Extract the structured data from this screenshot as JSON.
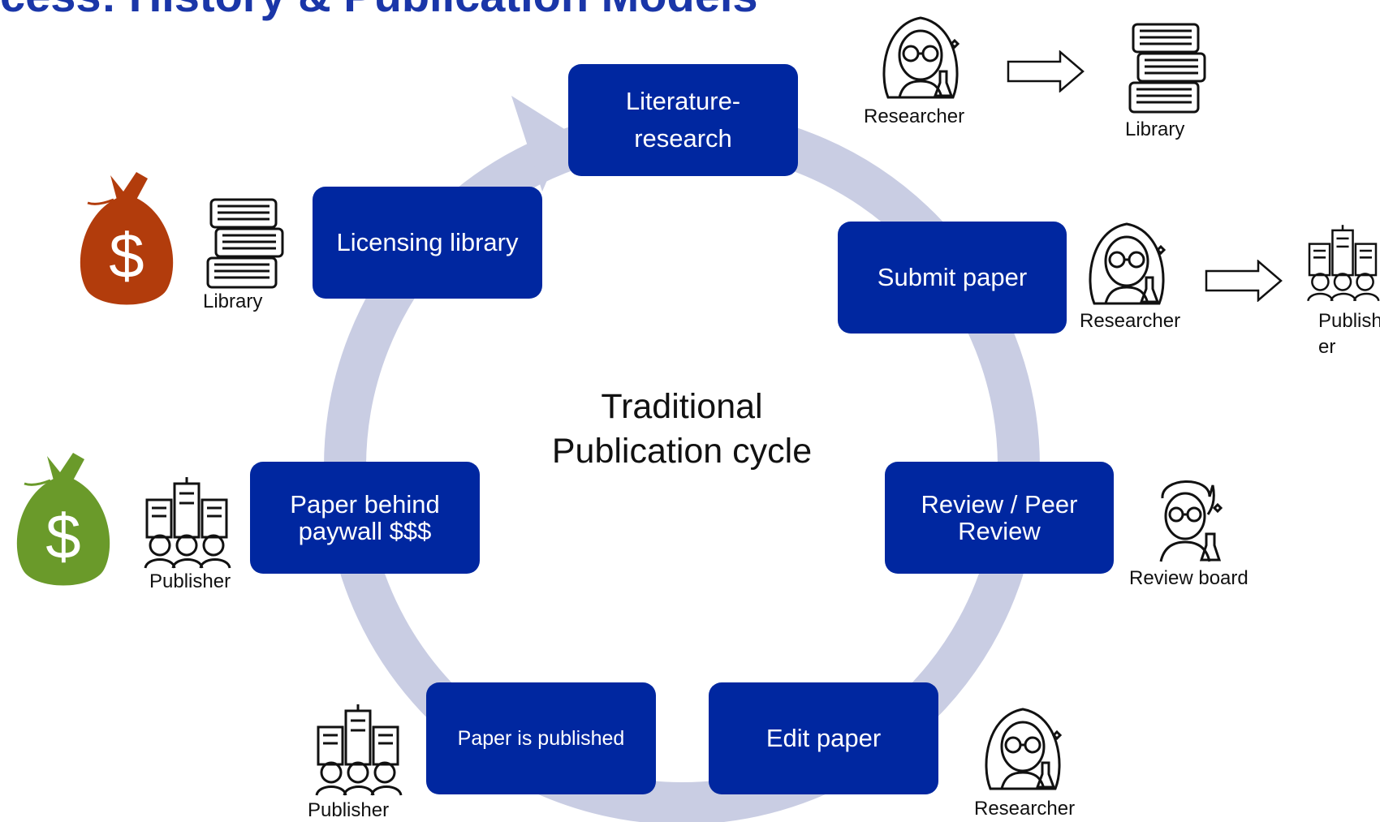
{
  "title": "cess: History & Publication Models",
  "center": {
    "line1": "Traditional",
    "line2": "Publication cycle"
  },
  "steps": {
    "literature": {
      "line1": "Literature-",
      "line2": "research"
    },
    "submit": "Submit paper",
    "review": {
      "line1": "Review / Peer",
      "line2": "Review"
    },
    "edit": "Edit paper",
    "published": "Paper is published",
    "paywall": {
      "line1": "Paper behind",
      "line2": "paywall $$$"
    },
    "licensing": "Licensing library"
  },
  "labels": {
    "researcher_top": "Researcher",
    "library_top": "Library",
    "researcher_submit": "Researcher",
    "publisher_right_1": "Publish",
    "publisher_right_2": "er",
    "review_board": "Review board",
    "researcher_bottom": "Researcher",
    "publisher_bottom": "Publisher",
    "publisher_left": "Publisher",
    "library_left": "Library"
  },
  "money_symbol": "$",
  "colors": {
    "box": "#0027a0",
    "ring": "#c9cde3",
    "title": "#1a36a8",
    "money_orange": "#b23c0c",
    "money_green": "#6a9a2a"
  }
}
